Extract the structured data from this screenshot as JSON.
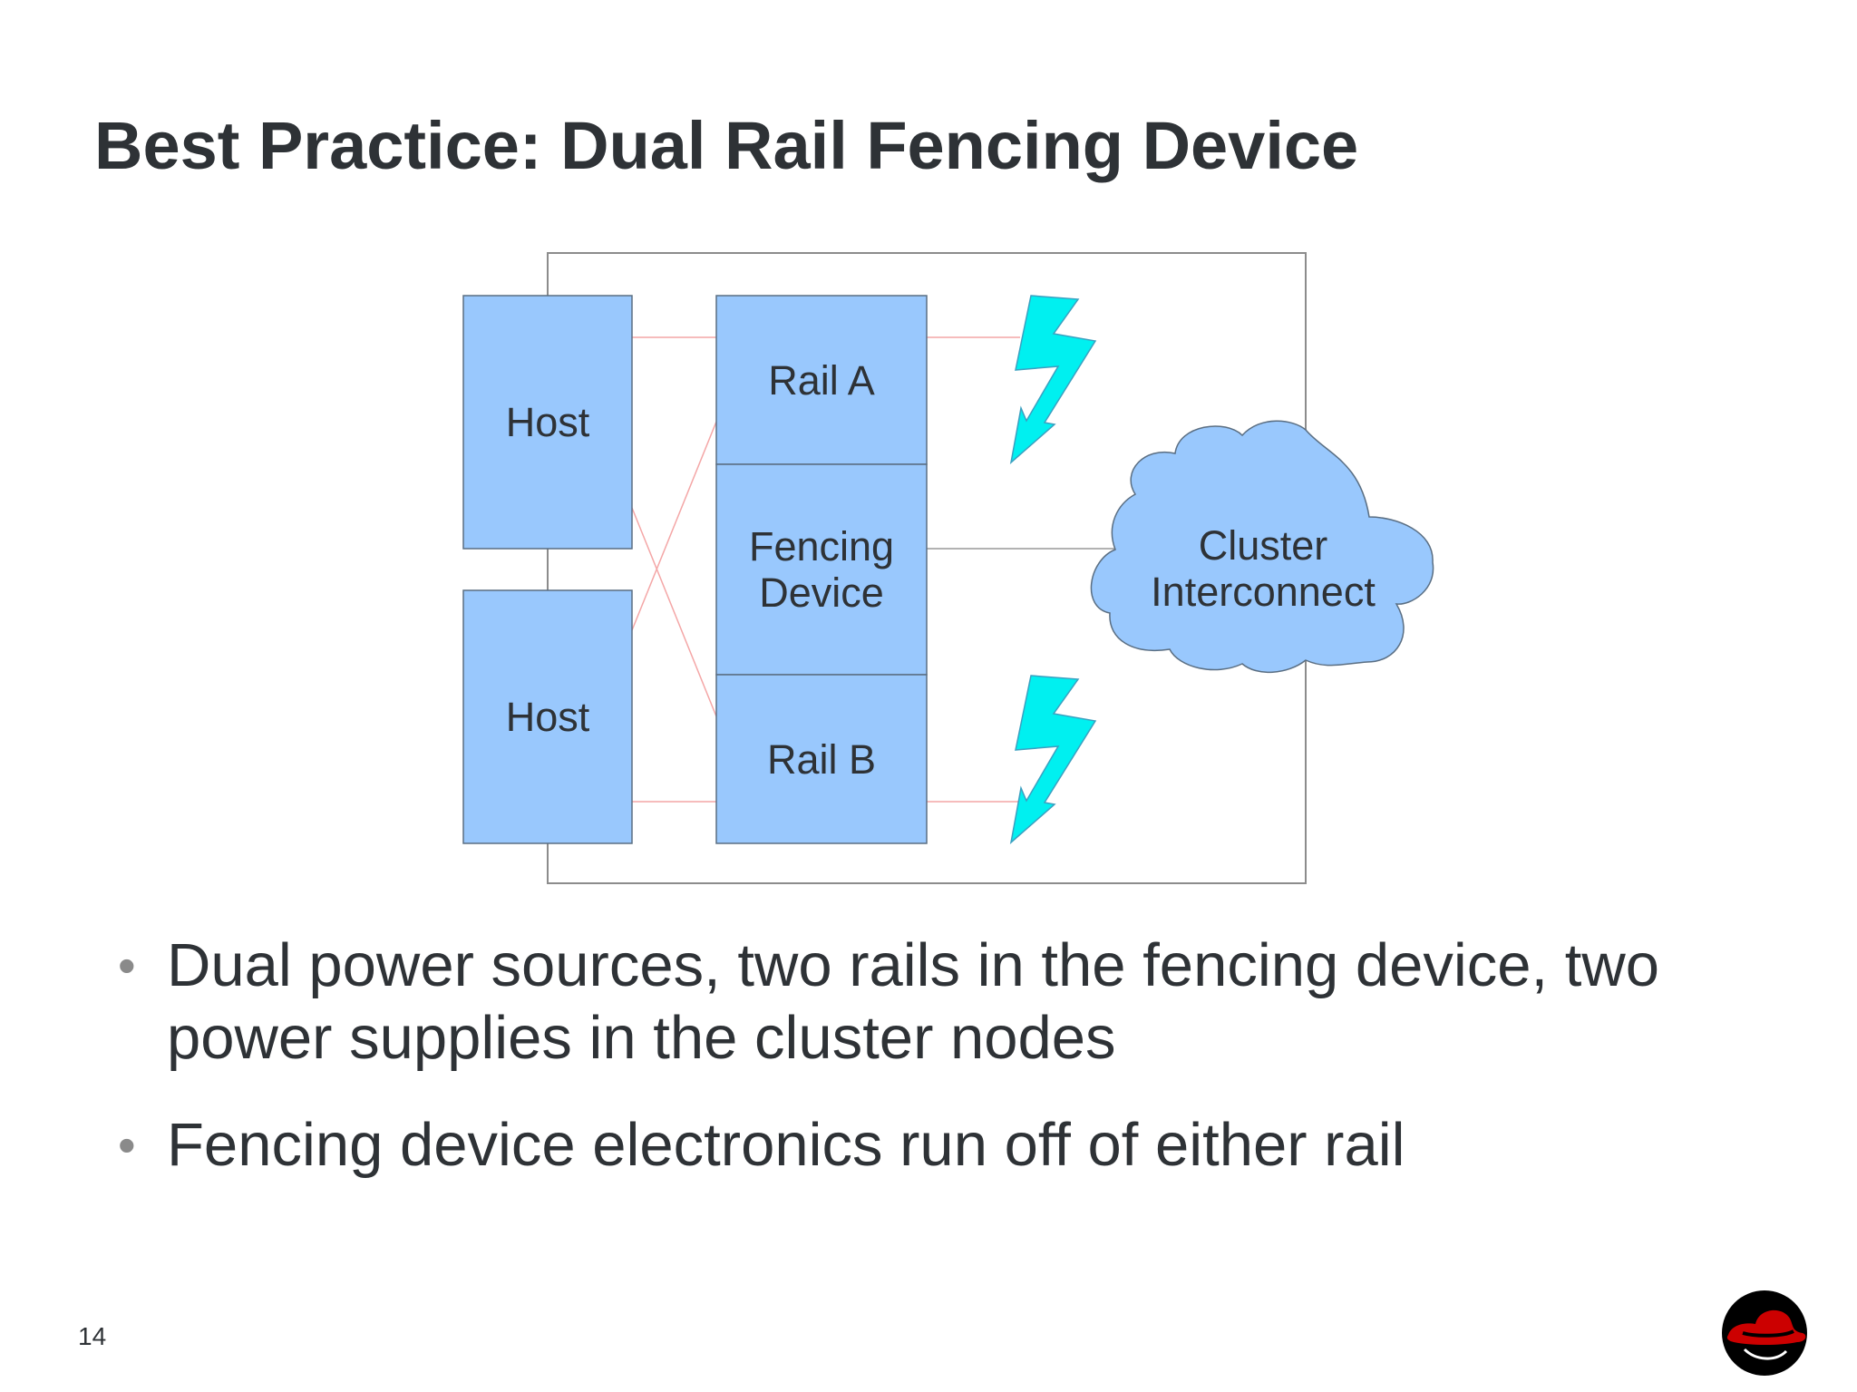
{
  "slide": {
    "title": "Best Practice: Dual Rail Fencing Device",
    "page_number": "14"
  },
  "diagram": {
    "nodes": {
      "host_top": "Host",
      "host_bottom": "Host",
      "rail_a": "Rail A",
      "fencing_device_line1": "Fencing",
      "fencing_device_line2": "Device",
      "rail_b": "Rail B",
      "cluster_line1": "Cluster",
      "cluster_line2": "Interconnect"
    },
    "colors": {
      "box_fill": "#99c8fd",
      "box_stroke": "#5a6e82",
      "cloud_fill": "#99c8fd",
      "power_line": "#f4a6a6",
      "network_line": "#999999",
      "lightning": "#00f0f0",
      "frame": "#8c8c8c"
    },
    "icons": [
      "lightning-bolt-icon",
      "lightning-bolt-icon",
      "cloud-shape"
    ]
  },
  "bullets": [
    "Dual power sources, two rails in the fencing device, two power supplies in the cluster nodes",
    "Fencing device electronics run off of either rail"
  ],
  "bullet_marker": "•",
  "logo": {
    "icon": "red-hat-shadowman-logo",
    "colors": {
      "hat": "#cc0000",
      "shadow": "#000000"
    }
  }
}
